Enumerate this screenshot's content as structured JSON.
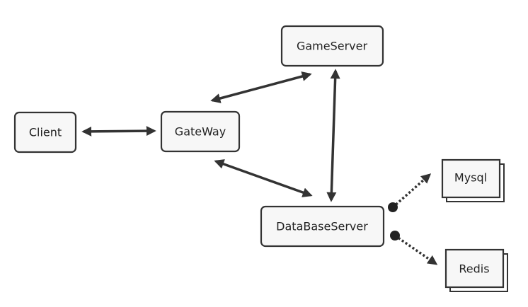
{
  "diagram": {
    "nodes": {
      "client": "Client",
      "gateway": "GateWay",
      "gameserver": "GameServer",
      "databaseserver": "DataBaseServer",
      "mysql": "Mysql",
      "redis": "Redis"
    },
    "edges": [
      {
        "from": "client",
        "to": "gateway",
        "style": "solid",
        "arrows": "both"
      },
      {
        "from": "gateway",
        "to": "gameserver",
        "style": "solid",
        "arrows": "both"
      },
      {
        "from": "gateway",
        "to": "databaseserver",
        "style": "solid",
        "arrows": "both"
      },
      {
        "from": "gameserver",
        "to": "databaseserver",
        "style": "solid",
        "arrows": "both"
      },
      {
        "from": "databaseserver",
        "to": "mysql",
        "style": "dotted",
        "arrows": "end",
        "tail": "dot"
      },
      {
        "from": "databaseserver",
        "to": "redis",
        "style": "dotted",
        "arrows": "end",
        "tail": "dot"
      }
    ],
    "colors": {
      "node_fill": "#f7f7f7",
      "stroke": "#333333",
      "text": "#222222"
    }
  }
}
